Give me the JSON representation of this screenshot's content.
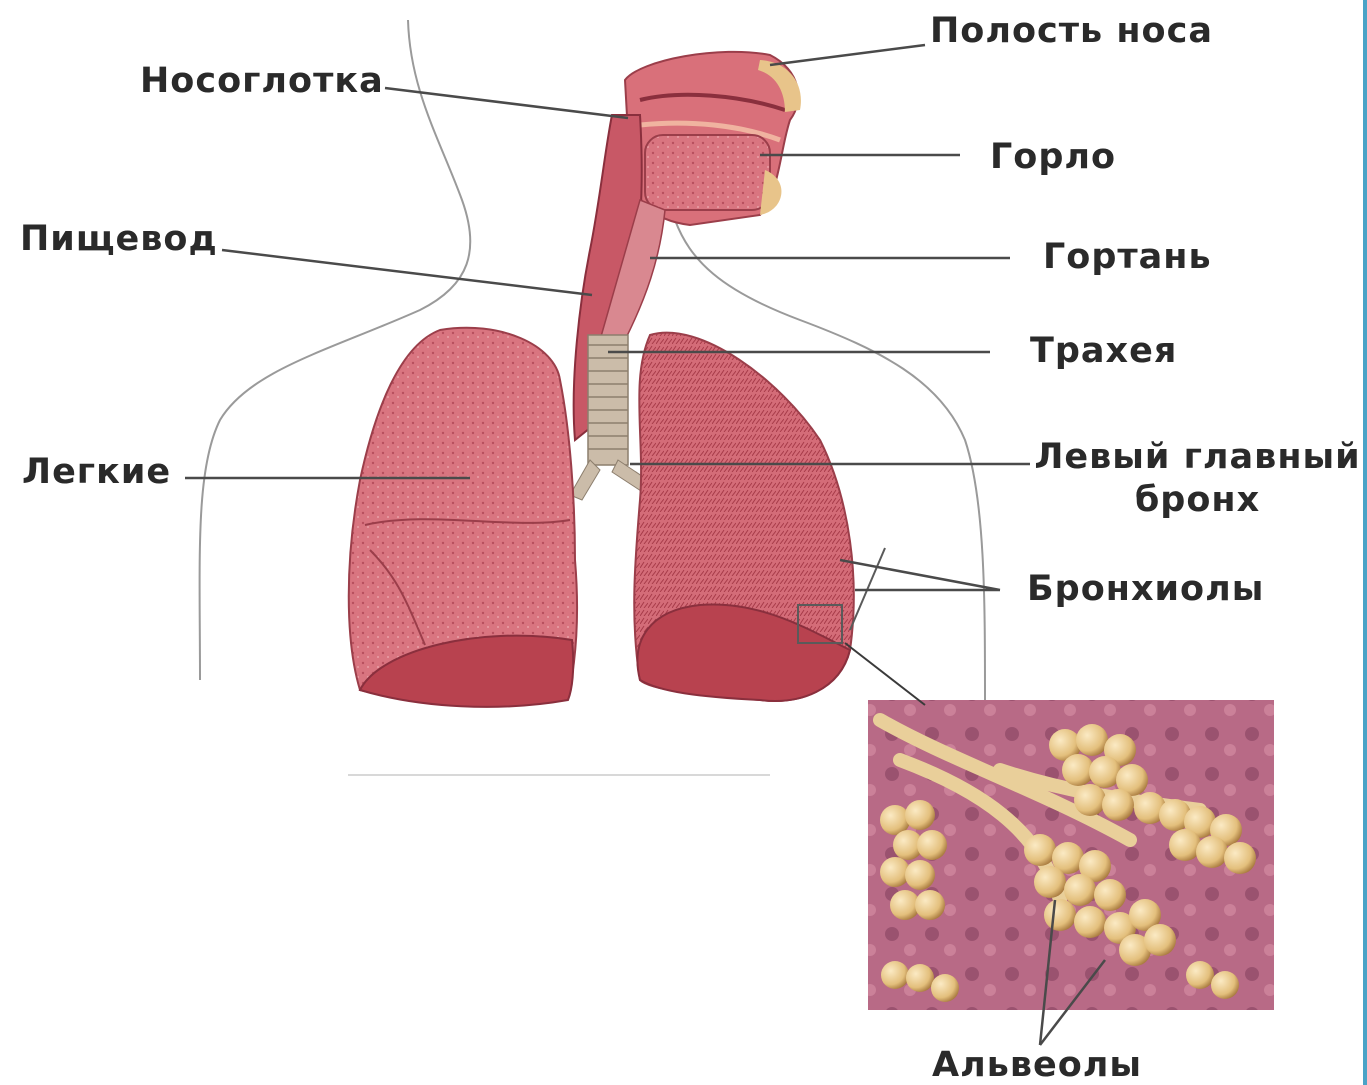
{
  "labels": {
    "nasal_cavity": "Полость носа",
    "nasopharynx": "Носоглотка",
    "throat": "Горло",
    "esophagus": "Пищевод",
    "larynx": "Гортань",
    "trachea": "Трахея",
    "lungs": "Легкие",
    "left_main_bronchus_line1": "Левый главный",
    "left_main_bronchus_line2": "бронх",
    "bronchioles": "Бронхиолы",
    "alveoli": "Альвеолы"
  },
  "colors": {
    "lung_fill": "#d9707a",
    "lung_dark": "#b0404f",
    "trachea": "#c9b9a8",
    "body_outline": "#9a9a9a",
    "alveoli": "#e8c98a",
    "tissue_bg": "#b86a86",
    "accent_edge": "#4aa3c7"
  },
  "icons": {
    "head_airway": "nasal-airway-illustration",
    "lungs": "lungs-illustration",
    "alveoli_inset": "alveoli-cluster-illustration"
  }
}
